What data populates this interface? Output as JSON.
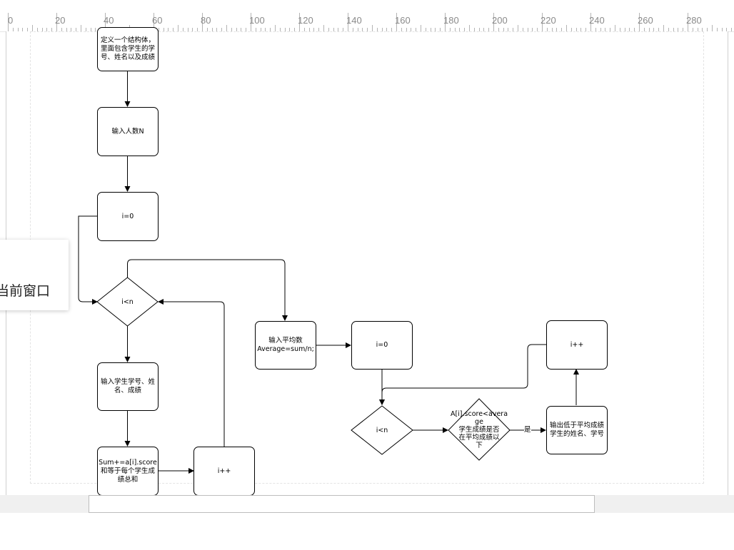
{
  "ruler": {
    "labels": [
      "0",
      "20",
      "40",
      "60",
      "80",
      "100",
      "120",
      "140",
      "160",
      "180",
      "200",
      "220",
      "240",
      "260",
      "280"
    ]
  },
  "popup": {
    "text": "当前窗口"
  },
  "flowchart": {
    "nodes": {
      "define_struct": "定义一个结构体，\n里面包含学生的学\n号、姓名以及成绩",
      "input_count": "输入人数N",
      "init_i_1": "i=0",
      "loop_condition_1": "i<n",
      "input_student": "输入学生学号、姓\n名、成绩",
      "sum_scores": "Sum+=a[i].score\n和等于每个学生成\n绩总和",
      "increment_1": "i++",
      "input_average": "输入平均数\nAverage=sum/n;",
      "init_i_2": "i=0",
      "loop_condition_2": "i<n",
      "compare_score": "A[i].score<avera\nge\n学生成绩是否\n在平均成绩以\n下",
      "output_below": "输出低于平均成绩\n学生的姓名、学号",
      "increment_2": "i++"
    },
    "edge_labels": {
      "yes": "是"
    }
  },
  "colors": {
    "stroke": "#000000",
    "canvas": "#ffffff",
    "toolbar": "#f0f0f0"
  }
}
